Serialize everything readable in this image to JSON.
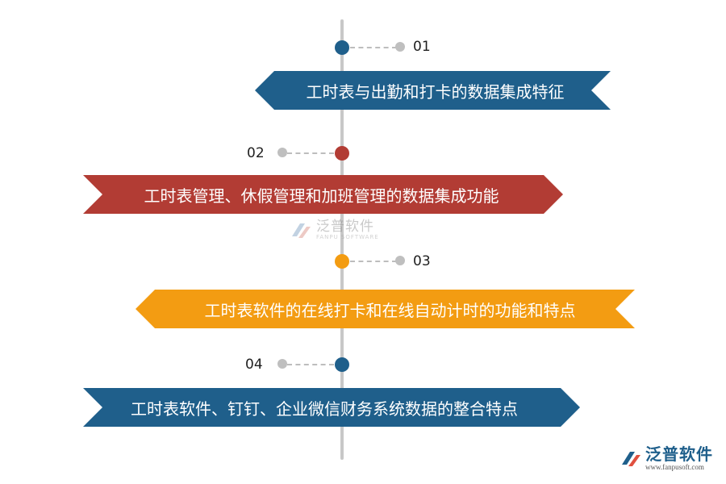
{
  "steps": [
    {
      "number": "01",
      "text": "工时表与出勤和打卡的数据集成特征",
      "color": "#1f5f8b"
    },
    {
      "number": "02",
      "text": "工时表管理、休假管理和加班管理的数据集成功能",
      "color": "#b23c34"
    },
    {
      "number": "03",
      "text": "工时表软件的在线打卡和在线自动计时的功能和特点",
      "color": "#f39c12"
    },
    {
      "number": "04",
      "text": "工时表软件、钉钉、企业微信财务系统数据的整合特点",
      "color": "#1f5f8b"
    }
  ],
  "watermark": {
    "name": "泛普软件",
    "sub": "FANPU SOFTWARE"
  },
  "logo": {
    "name": "泛普软件",
    "url": "www.fanpusoft.com"
  }
}
